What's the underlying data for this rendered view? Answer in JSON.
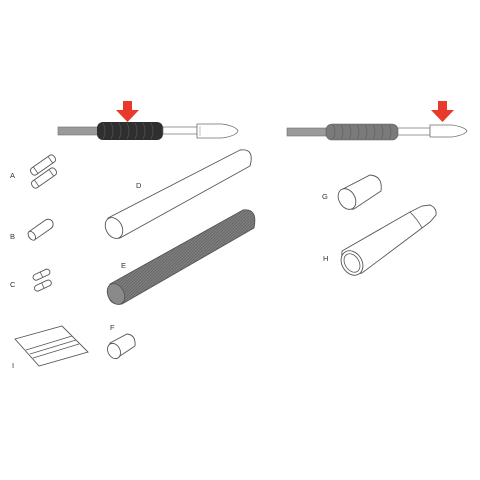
{
  "labels": {
    "a": "A",
    "b": "B",
    "c": "C",
    "d": "D",
    "e": "E",
    "f": "F",
    "g": "G",
    "h": "H",
    "i": "I"
  },
  "colors": {
    "arrow": "#e8392b",
    "cable": "#9a9a9a",
    "sleeve_dark": "#2f2f2f",
    "sleeve_gray": "#7a7a7a",
    "tube_fill": "#7c7c7c",
    "outline": "#555555"
  },
  "icons": [
    "down-arrow-icon",
    "cable-assembly-icon",
    "tube-icon",
    "sheet-icon"
  ]
}
